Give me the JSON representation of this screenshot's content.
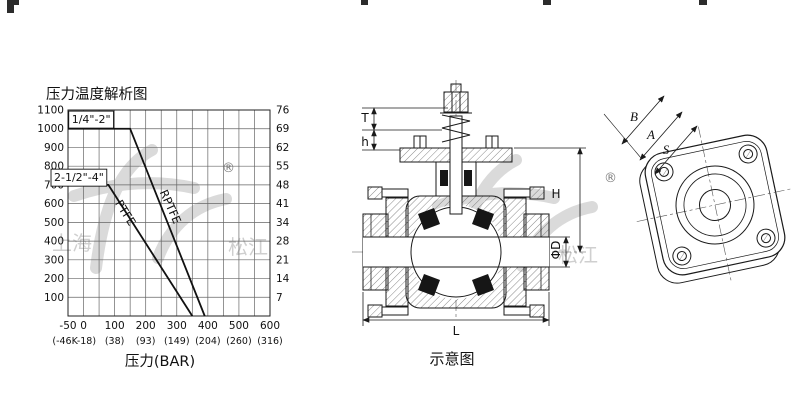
{
  "page": {
    "ink": "#1a1a1a",
    "background": "#ffffff",
    "watermark_color": "#b5b5b5"
  },
  "chart_data": {
    "type": "line",
    "title": "压力温度解析图",
    "xlabel": "压力(BAR)",
    "xlim": [
      -50,
      600
    ],
    "ylim": [
      0,
      1100
    ],
    "x_grid_step": 50,
    "y_grid_step": 100,
    "grid": true,
    "x_ticks": [
      {
        "v": -50,
        "f": "-50"
      },
      {
        "v": 0,
        "f": "0"
      },
      {
        "v": 100,
        "f": "100"
      },
      {
        "v": 200,
        "f": "200"
      },
      {
        "v": 300,
        "f": "300"
      },
      {
        "v": 400,
        "f": "400"
      },
      {
        "v": 500,
        "f": "500"
      },
      {
        "v": 600,
        "f": "600"
      }
    ],
    "x_ticks_celsius": [
      {
        "v": -30,
        "f": "(-46K-18)"
      },
      {
        "v": 100,
        "f": "(38)"
      },
      {
        "v": 200,
        "f": "(93)"
      },
      {
        "v": 300,
        "f": "(149)"
      },
      {
        "v": 400,
        "f": "(204)"
      },
      {
        "v": 500,
        "f": "(260)"
      },
      {
        "v": 600,
        "f": "(316)"
      }
    ],
    "y_ticks_psi": [
      1100,
      1000,
      900,
      800,
      700,
      600,
      500,
      400,
      300,
      200,
      100
    ],
    "y_ticks_bar": [
      76,
      69,
      62,
      55,
      48,
      41,
      34,
      28,
      21,
      14,
      7
    ],
    "series": [
      {
        "name": "1/4\"-2\"",
        "points": [
          [
            -50,
            1000
          ],
          [
            150,
            1000
          ],
          [
            390,
            0
          ]
        ]
      },
      {
        "name": "2-1/2\"-4\"",
        "points": [
          [
            -50,
            700
          ],
          [
            80,
            700
          ],
          [
            350,
            0
          ]
        ]
      }
    ],
    "series_boxes": [
      {
        "label": "1/4\"-2\"",
        "x": -38,
        "y": 1030
      },
      {
        "label": "2-1/2\"-4\"",
        "x": -95,
        "y": 720
      }
    ],
    "curve_labels": [
      {
        "label": "PTFE",
        "x": 124,
        "y": 540,
        "rotate": 58
      },
      {
        "label": "RPTFE",
        "x": 268,
        "y": 575,
        "rotate": 66
      }
    ]
  },
  "valve": {
    "caption": "示意图",
    "dim_labels": {
      "t": "T",
      "h": "h",
      "H": "H",
      "d": "ΦD",
      "L": "L"
    }
  },
  "flange": {
    "dim_labels": {
      "B": "B",
      "A": "A",
      "S": "S"
    }
  },
  "watermark": {
    "left": {
      "city": "上海",
      "district": "松江",
      "reg": "®"
    },
    "right": {
      "city": "上海",
      "district": "松江",
      "reg": "®"
    }
  }
}
